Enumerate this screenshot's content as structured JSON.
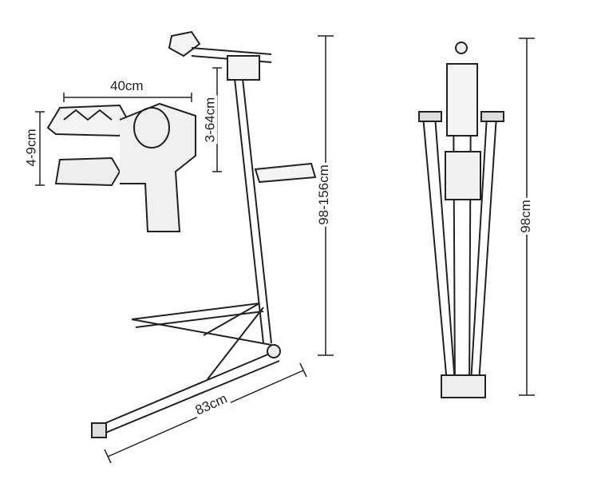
{
  "dimensions": {
    "clamp_width": "40cm",
    "clamp_opening": "4-9cm",
    "arm_adjust": "3-64cm",
    "height_range": "98-156cm",
    "base_length": "83cm",
    "folded_height": "98cm"
  },
  "colors": {
    "line": "#222222",
    "background": "#ffffff"
  }
}
